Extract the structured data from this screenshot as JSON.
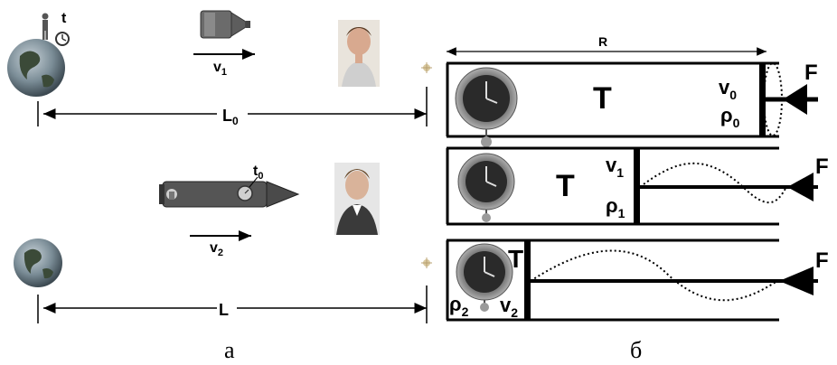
{
  "panel_a": {
    "time_label": "t",
    "time_label_proper": "t",
    "time_label_proper_sub": "0",
    "velocity_1": "v",
    "velocity_1_sub": "1",
    "velocity_2": "v",
    "velocity_2_sub": "2",
    "length_proper": "L",
    "length_proper_sub": "0",
    "length_contracted": "L",
    "caption": "а"
  },
  "panel_b": {
    "radius_label": "R",
    "force_label": "F",
    "row1": {
      "time": "T",
      "speed": "v",
      "speed_sub": "0",
      "density": "ρ",
      "density_sub": "0"
    },
    "row2": {
      "time": "T",
      "speed": "v",
      "speed_sub": "1",
      "density": "ρ",
      "density_sub": "1"
    },
    "row3": {
      "time": "T",
      "speed": "v",
      "speed_sub": "2",
      "density": "ρ",
      "density_sub": "2"
    },
    "caption": "б"
  },
  "colors": {
    "earth_ocean": "#5a6e7a",
    "earth_land": "#3a4a3a",
    "rocket": "#555555",
    "clock_face": "#2a2a2a",
    "clock_rim": "#9a9a9a"
  }
}
